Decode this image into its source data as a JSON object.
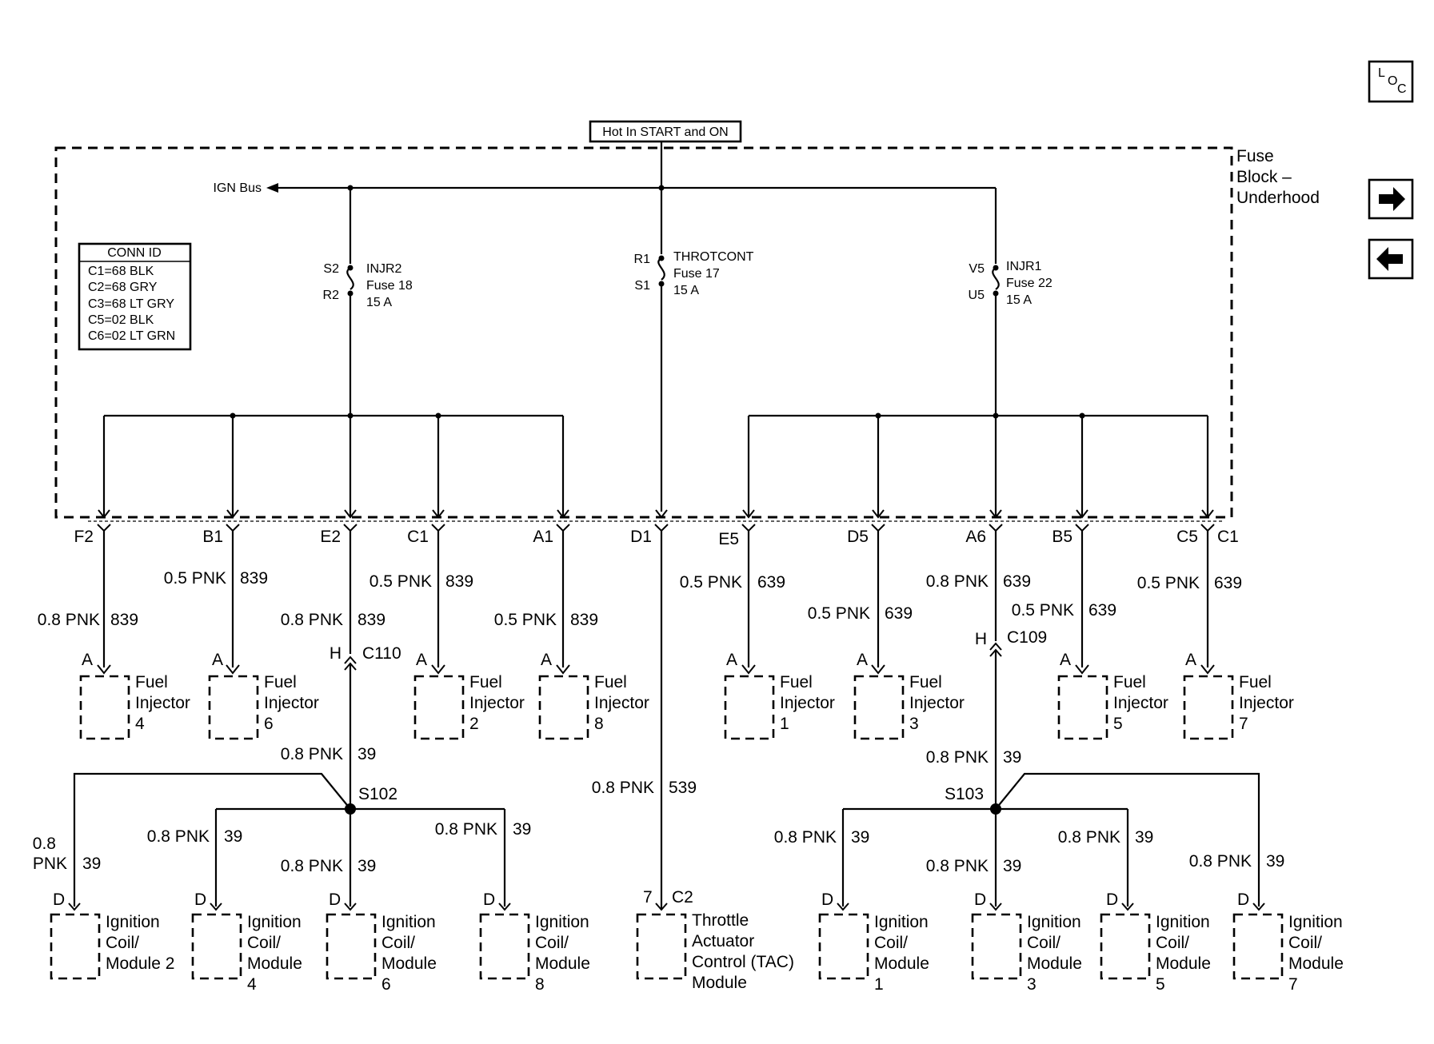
{
  "power": {
    "label": "Hot In START and ON"
  },
  "fuse_block": {
    "line1": "Fuse",
    "line2": "Block –",
    "line3": "Underhood"
  },
  "ign_bus": "IGN Bus",
  "nav": {
    "loc_l": "L",
    "loc_o": "O",
    "loc_c": "C",
    "next_icon": "arrow-right-icon",
    "prev_icon": "arrow-left-icon"
  },
  "conn_id": {
    "title": "CONN ID",
    "rows": [
      "C1=68 BLK",
      "C2=68 GRY",
      "C3=68 LT GRY",
      "C5=02 BLK",
      "C6=02 LT GRN"
    ]
  },
  "fuses": [
    {
      "top_pin": "S2",
      "bottom_pin": "R2",
      "name": "INJR2",
      "fuse": "Fuse 18",
      "rating": "15 A"
    },
    {
      "top_pin": "R1",
      "bottom_pin": "S1",
      "name": "THROTCONT",
      "fuse": "Fuse 17",
      "rating": "15 A"
    },
    {
      "top_pin": "V5",
      "bottom_pin": "U5",
      "name": "INJR1",
      "fuse": "Fuse 22",
      "rating": "15 A"
    }
  ],
  "connector_pins": [
    "F2",
    "B1",
    "E2",
    "C1",
    "A1",
    "D1",
    "E5",
    "D5",
    "A6",
    "B5",
    "C5",
    "C1"
  ],
  "wire_labels": [
    {
      "size": "0.8 PNK",
      "circuit": "839"
    },
    {
      "size": "0.5 PNK",
      "circuit": "839"
    },
    {
      "size": "0.8 PNK",
      "circuit": "839"
    },
    {
      "size": "0.5 PNK",
      "circuit": "839"
    },
    {
      "size": "0.5 PNK",
      "circuit": "839"
    },
    {
      "size": "0.5 PNK",
      "circuit": "639"
    },
    {
      "size": "0.5 PNK",
      "circuit": "639"
    },
    {
      "size": "0.8 PNK",
      "circuit": "639"
    },
    {
      "size": "0.5 PNK",
      "circuit": "639"
    },
    {
      "size": "0.5 PNK",
      "circuit": "639"
    },
    {
      "size": "0.8 PNK",
      "circuit": "39"
    },
    {
      "size": "0.8 PNK",
      "circuit": "539"
    },
    {
      "size": "0.8 PNK",
      "circuit": "39"
    },
    {
      "size": "0.8",
      "circuit": "39",
      "size2": "PNK"
    },
    {
      "size": "0.8 PNK",
      "circuit": "39"
    },
    {
      "size": "0.8 PNK",
      "circuit": "39"
    },
    {
      "size": "0.8 PNK",
      "circuit": "39"
    },
    {
      "size": "0.8 PNK",
      "circuit": "39"
    },
    {
      "size": "0.8 PNK",
      "circuit": "39"
    },
    {
      "size": "0.8 PNK",
      "circuit": "39"
    },
    {
      "size": "0.8 PNK",
      "circuit": "39"
    }
  ],
  "inline_connectors": [
    {
      "pin": "H",
      "name": "C110"
    },
    {
      "pin": "H",
      "name": "C109"
    }
  ],
  "splices": [
    "S102",
    "S103"
  ],
  "injectors": [
    {
      "pin": "A",
      "l1": "Fuel",
      "l2": "Injector",
      "l3": "4"
    },
    {
      "pin": "A",
      "l1": "Fuel",
      "l2": "Injector",
      "l3": "6"
    },
    {
      "pin": "A",
      "l1": "Fuel",
      "l2": "Injector",
      "l3": "2"
    },
    {
      "pin": "A",
      "l1": "Fuel",
      "l2": "Injector",
      "l3": "8"
    },
    {
      "pin": "A",
      "l1": "Fuel",
      "l2": "Injector",
      "l3": "1"
    },
    {
      "pin": "A",
      "l1": "Fuel",
      "l2": "Injector",
      "l3": "3"
    },
    {
      "pin": "A",
      "l1": "Fuel",
      "l2": "Injector",
      "l3": "5"
    },
    {
      "pin": "A",
      "l1": "Fuel",
      "l2": "Injector",
      "l3": "7"
    }
  ],
  "coils": [
    {
      "pin": "D",
      "l1": "Ignition",
      "l2": "Coil/",
      "l3": "Module 2",
      "l4": ""
    },
    {
      "pin": "D",
      "l1": "Ignition",
      "l2": "Coil/",
      "l3": "Module",
      "l4": "4"
    },
    {
      "pin": "D",
      "l1": "Ignition",
      "l2": "Coil/",
      "l3": "Module",
      "l4": "6"
    },
    {
      "pin": "D",
      "l1": "Ignition",
      "l2": "Coil/",
      "l3": "Module",
      "l4": "8"
    },
    {
      "pin": "D",
      "l1": "Ignition",
      "l2": "Coil/",
      "l3": "Module",
      "l4": "1"
    },
    {
      "pin": "D",
      "l1": "Ignition",
      "l2": "Coil/",
      "l3": "Module",
      "l4": "3"
    },
    {
      "pin": "D",
      "l1": "Ignition",
      "l2": "Coil/",
      "l3": "Module",
      "l4": "5"
    },
    {
      "pin": "D",
      "l1": "Ignition",
      "l2": "Coil/",
      "l3": "Module",
      "l4": "7"
    }
  ],
  "tac": {
    "pin": "7",
    "conn": "C2",
    "l1": "Throttle",
    "l2": "Actuator",
    "l3": "Control (TAC)",
    "l4": "Module"
  }
}
